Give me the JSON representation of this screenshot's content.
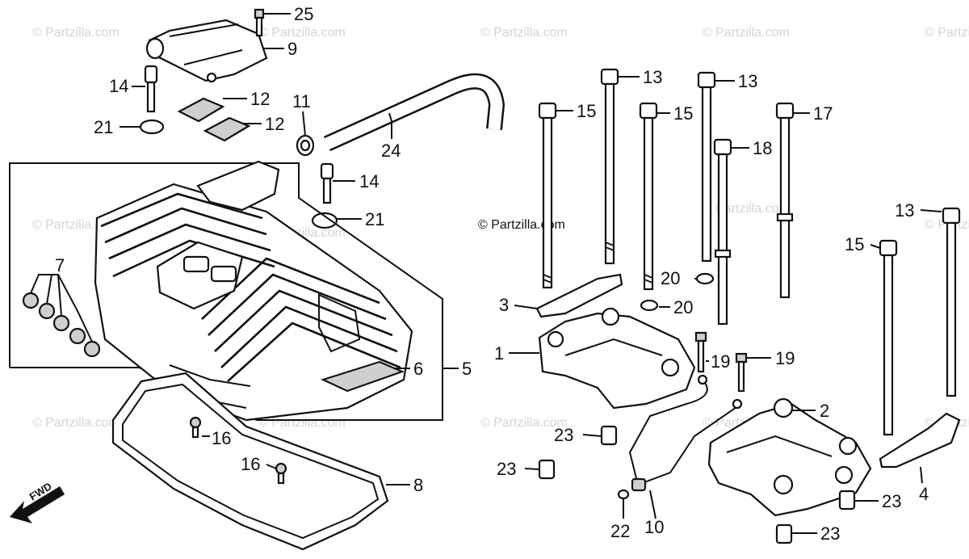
{
  "watermark": "© Partzilla.com",
  "center_watermark": "© Partzilla.com",
  "fwd_label": "FWD",
  "callouts": {
    "c25": "25",
    "c9": "9",
    "c14a": "14",
    "c12a": "12",
    "c11": "11",
    "c12b": "12",
    "c21a": "21",
    "c24": "24",
    "c14b": "14",
    "c21b": "21",
    "c7": "7",
    "c5": "5",
    "c6": "6",
    "c16a": "16",
    "c16b": "16",
    "c8": "8",
    "c13a": "13",
    "c13b": "13",
    "c15a": "15",
    "c15b": "15",
    "c17": "17",
    "c18": "18",
    "c13c": "13",
    "c15c": "15",
    "c20a": "20",
    "c20b": "20",
    "c3": "3",
    "c1": "1",
    "c19a": "19",
    "c19b": "19",
    "c2": "2",
    "c23a": "23",
    "c23b": "23",
    "c23c": "23",
    "c23d": "23",
    "c22": "22",
    "c10": "10",
    "c4": "4"
  },
  "colors": {
    "ink": "#111111",
    "watermark": "#d4d4d4",
    "paper": "#ffffff"
  }
}
